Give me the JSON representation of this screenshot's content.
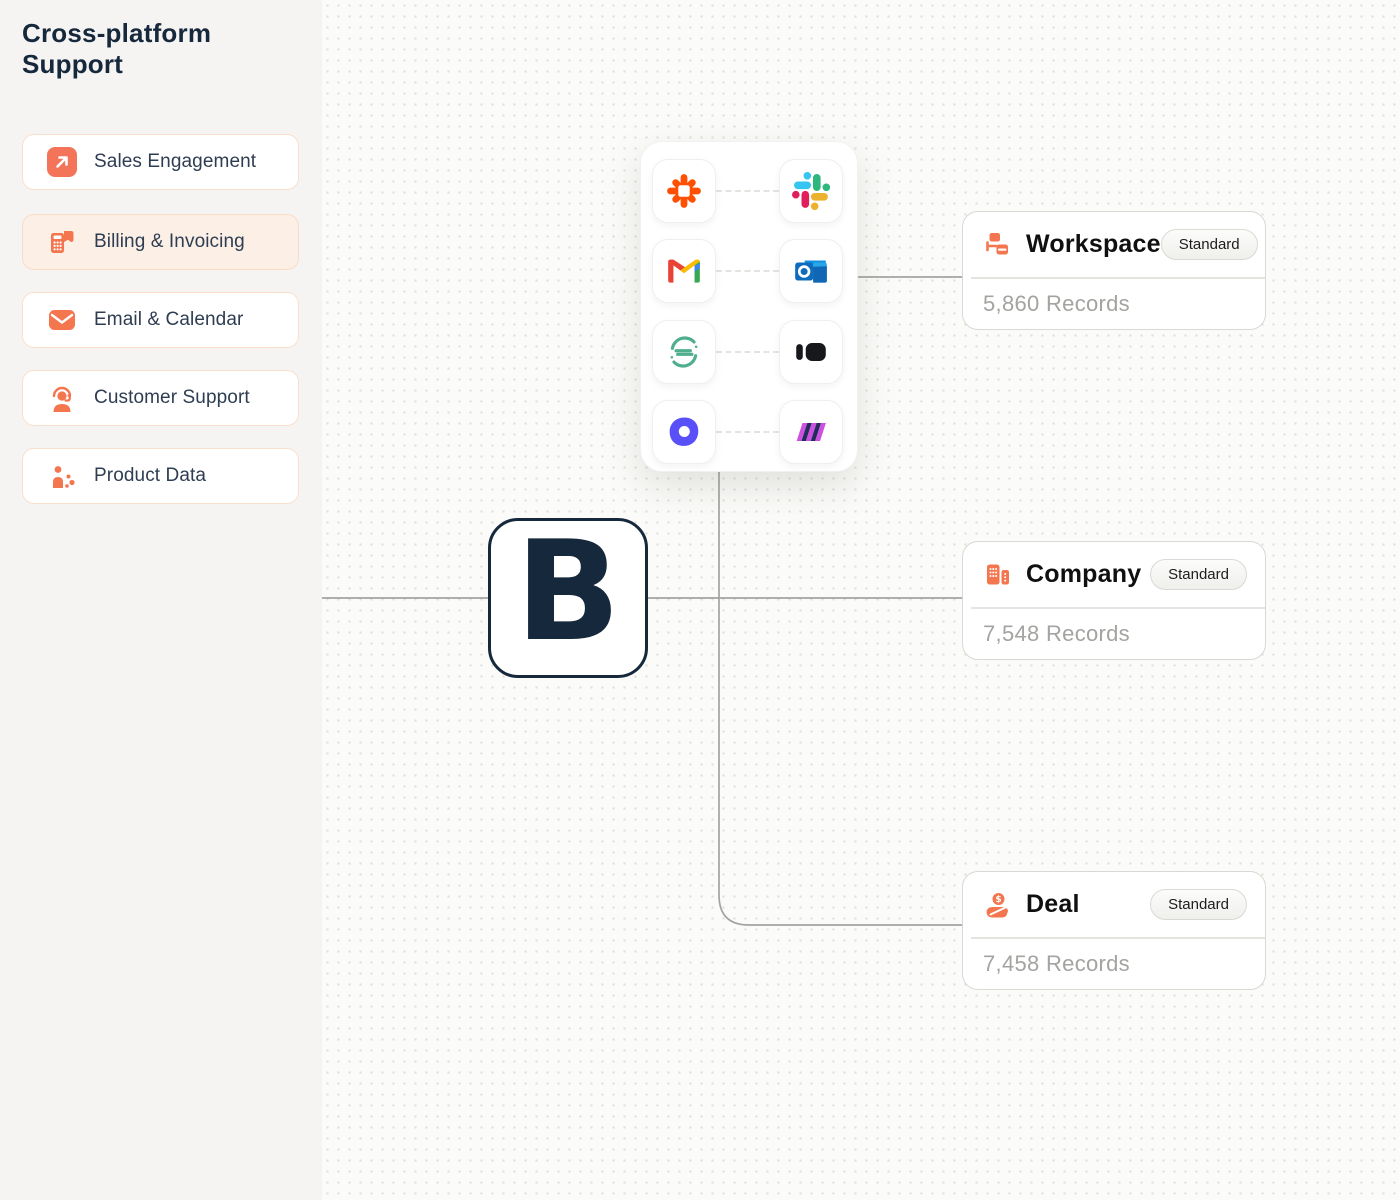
{
  "sidebar": {
    "title": "Cross-platform Support",
    "items": [
      {
        "label": "Sales Engagement",
        "icon": "arrow-up-right-icon",
        "active": false
      },
      {
        "label": "Billing & Invoicing",
        "icon": "billing-invoice-icon",
        "active": true
      },
      {
        "label": "Email & Calendar",
        "icon": "envelope-icon",
        "active": false
      },
      {
        "label": "Customer Support",
        "icon": "support-agent-icon",
        "active": false
      },
      {
        "label": "Product Data",
        "icon": "product-data-icon",
        "active": false
      }
    ]
  },
  "canvas": {
    "hub": {
      "label": "B"
    },
    "integrations": [
      {
        "icon": "zapier-icon"
      },
      {
        "icon": "slack-icon"
      },
      {
        "icon": "gmail-icon"
      },
      {
        "icon": "outlook-icon"
      },
      {
        "icon": "green-s-icon"
      },
      {
        "icon": "patreon-icon"
      },
      {
        "icon": "outreach-icon"
      },
      {
        "icon": "m-stripes-icon"
      }
    ],
    "entities": [
      {
        "title": "Workspace",
        "badge": "Standard",
        "records": "5,860 Records",
        "icon": "workspace-icon"
      },
      {
        "title": "Company",
        "badge": "Standard",
        "records": "7,548 Records",
        "icon": "company-icon"
      },
      {
        "title": "Deal",
        "badge": "Standard",
        "records": "7,458 Records",
        "icon": "deal-icon"
      }
    ]
  },
  "colors": {
    "accent_orange": "#f4764f",
    "navy": "#16283c",
    "connector_gray": "#a3a3a0",
    "canvas_bg": "#fbfbf9",
    "sidebar_bg": "#f5f4f2"
  }
}
